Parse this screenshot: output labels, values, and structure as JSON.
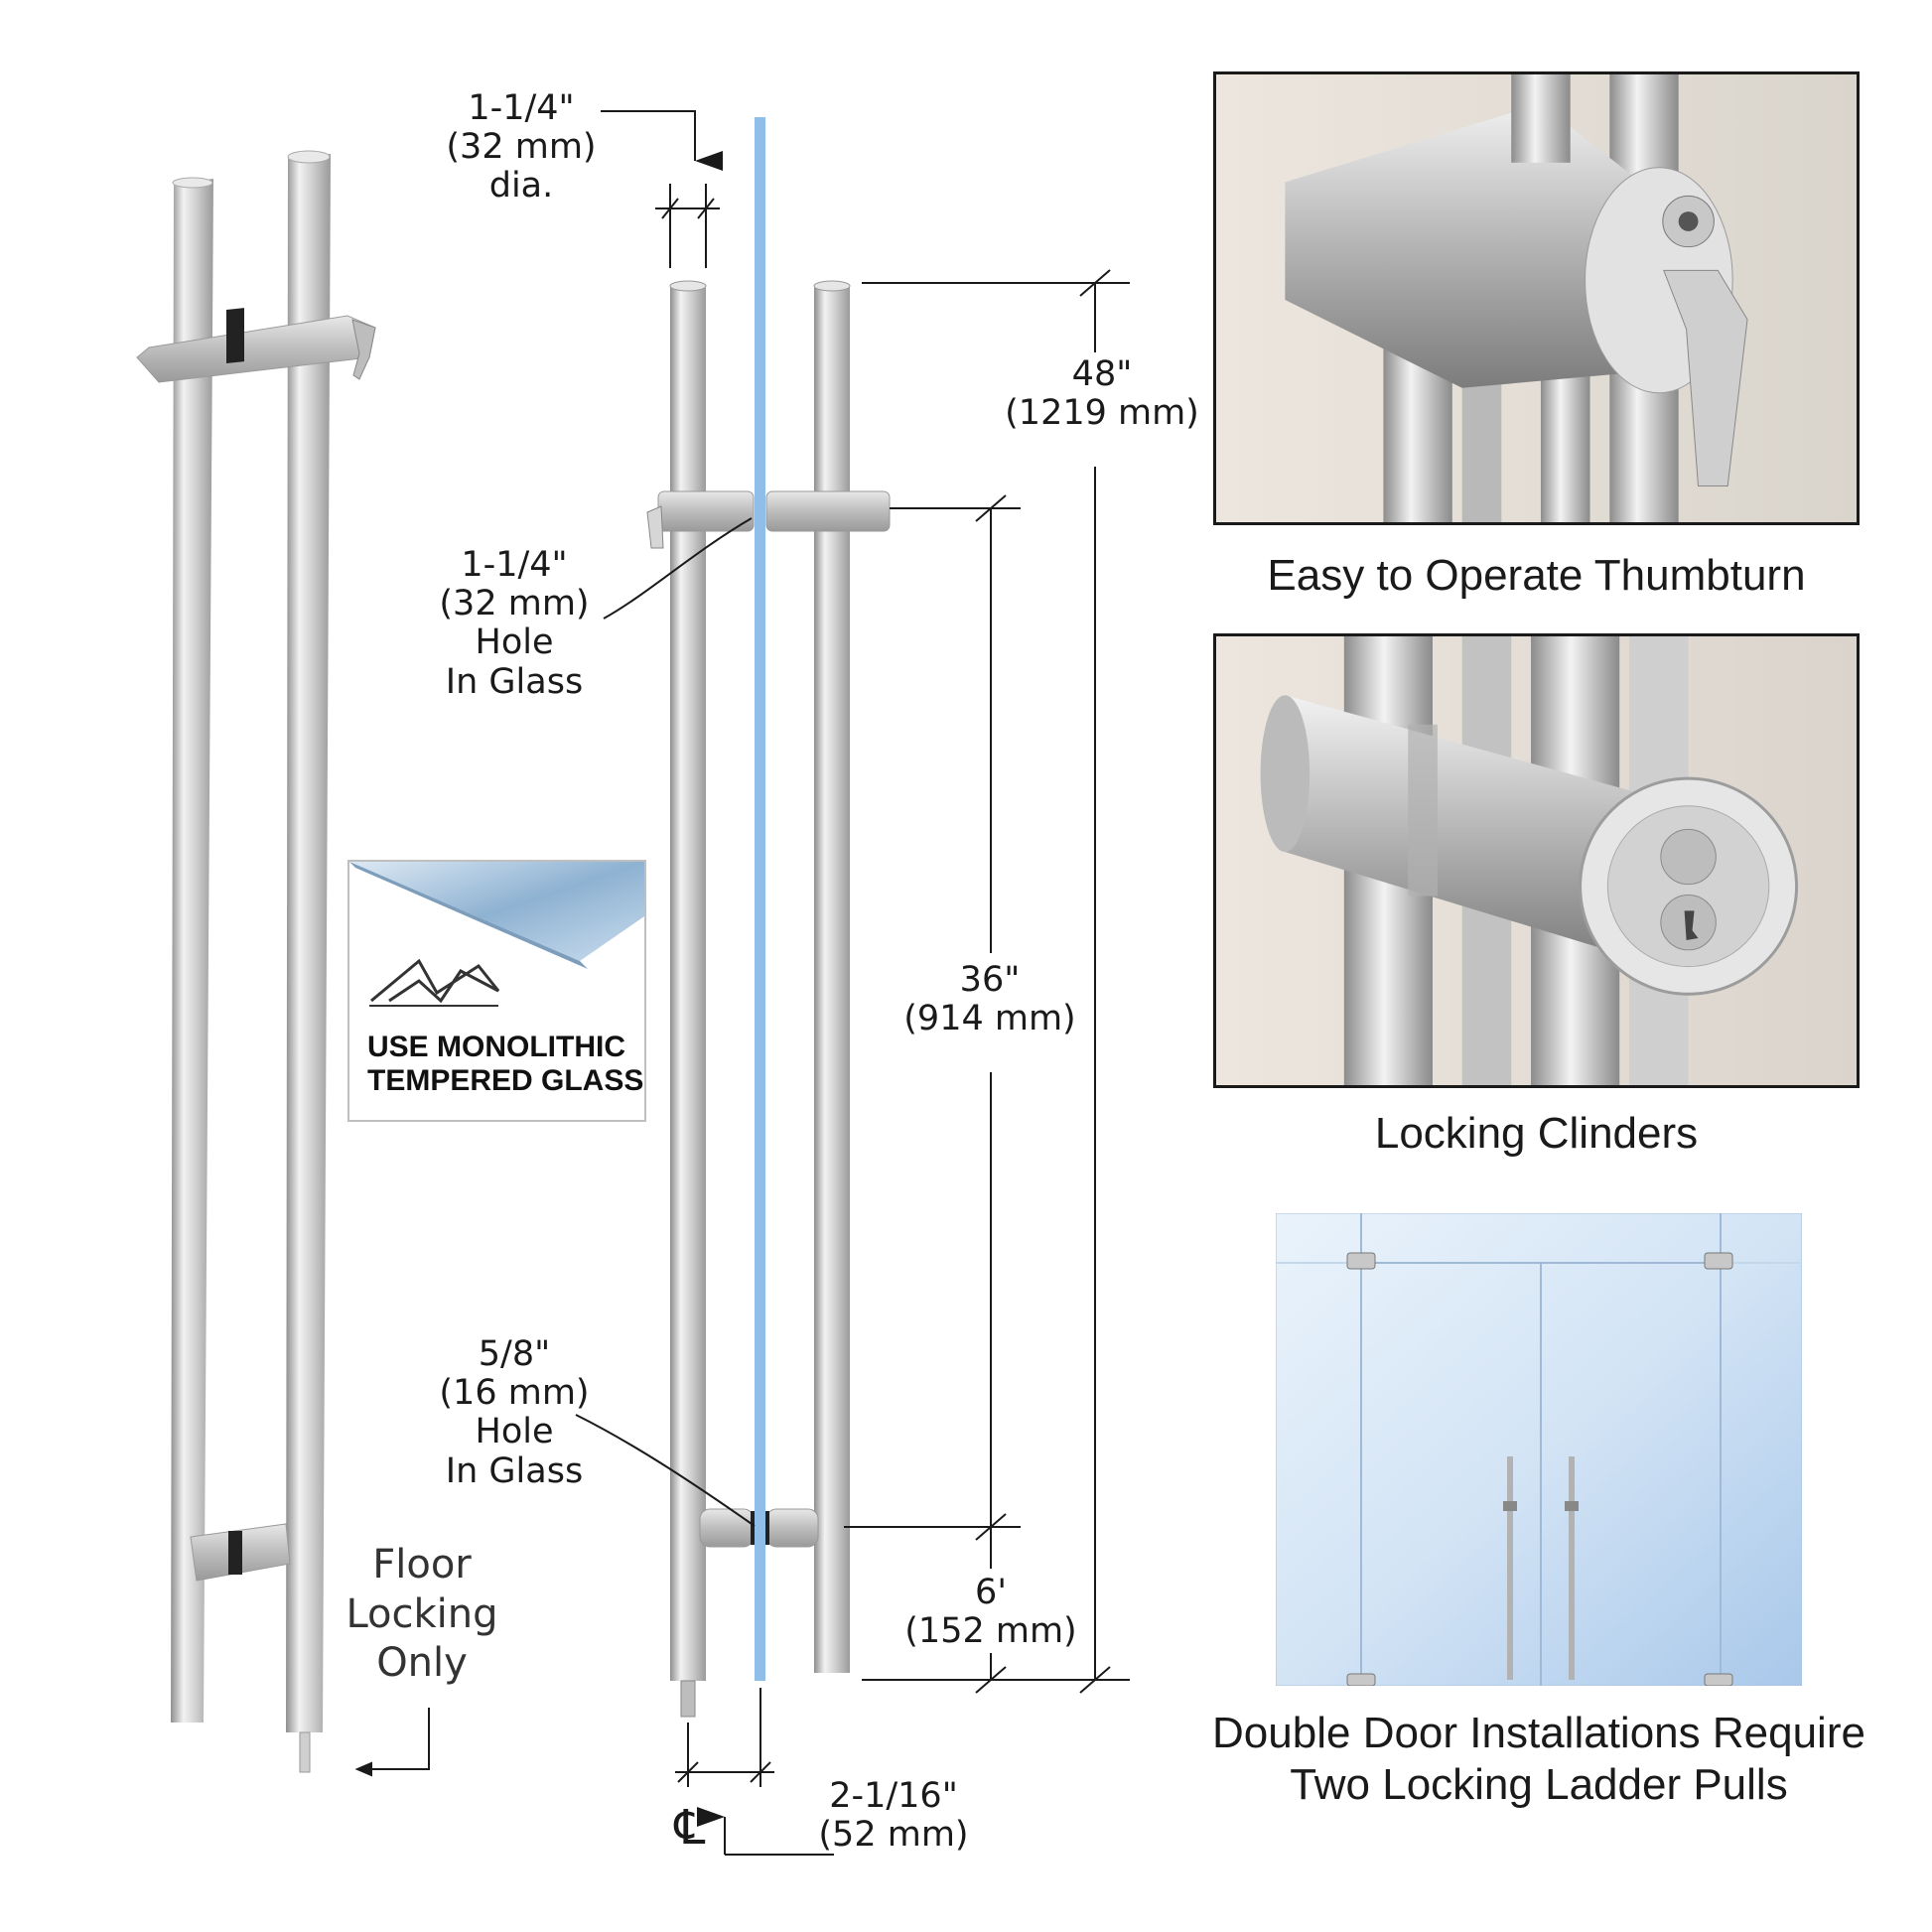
{
  "labels": {
    "dia_top": {
      "imperial": "1-1/4\"",
      "metric": "(32 mm)",
      "extra": "dia."
    },
    "hole_top": {
      "imperial": "1-1/4\"",
      "metric": "(32 mm)",
      "line3": "Hole",
      "line4": "In Glass"
    },
    "hole_bottom": {
      "imperial": "5/8\"",
      "metric": "(16 mm)",
      "line3": "Hole",
      "line4": "In Glass"
    },
    "overall": {
      "imperial": "48\"",
      "metric": "(1219 mm)"
    },
    "center": {
      "imperial": "36\"",
      "metric": "(914 mm)"
    },
    "bottom_offset": {
      "imperial": "6'",
      "metric": "(152 mm)"
    },
    "offset": {
      "imperial": "2-1/16\"",
      "metric": "(52 mm)"
    },
    "centerline": "℄",
    "floor_locking": [
      "Floor",
      "Locking",
      "Only"
    ]
  },
  "glass_note": {
    "line1": "USE MONOLITHIC",
    "line2": "TEMPERED GLASS"
  },
  "captions": {
    "thumbturn": "Easy to Operate Thumbturn",
    "cylinders": "Locking Clinders",
    "double_door": [
      "Double Door Installations Require",
      "Two Locking Ladder Pulls"
    ]
  },
  "colors": {
    "glass": "#8fbfe8",
    "steel": "#c9c9c9",
    "line": "#1a1a1a"
  }
}
